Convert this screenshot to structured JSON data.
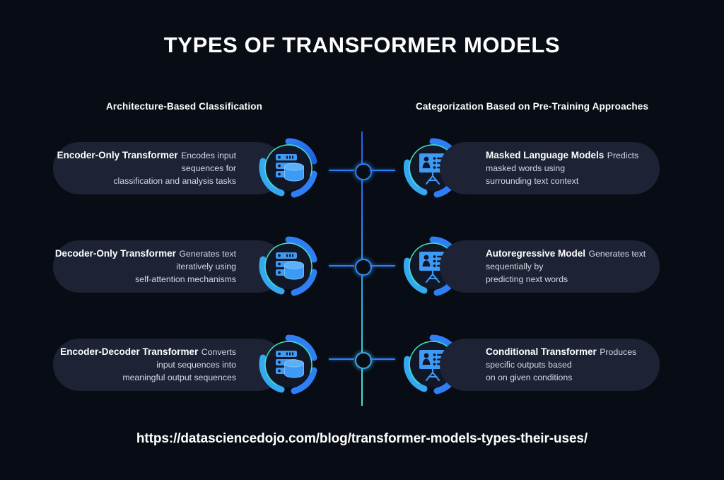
{
  "page": {
    "title": "TYPES OF TRANSFORMER MODELS",
    "background_color": "#080c14",
    "footer_url": "https://datasciencedojo.com/blog/transformer-models-types-their-uses/"
  },
  "columns": {
    "left_header": "Architecture-Based Classification",
    "right_header": "Categorization Based on Pre-Training Approaches"
  },
  "colors": {
    "card_background": "#1d2334",
    "accent_blue": "#2f7ef5",
    "accent_cyan": "#4fe3d2",
    "icon_fill": "#3d9bf5",
    "title_text": "#ffffff",
    "body_text": "#d4d9e4"
  },
  "rows": [
    {
      "left": {
        "title": "Encoder-Only Transformer",
        "description": "Encodes input sequences for\nclassification and analysis tasks",
        "icon": "server-database-icon"
      },
      "right": {
        "title": "Masked Language Models",
        "description": "Predicts masked words using\nsurrounding text context",
        "icon": "presentation-board-icon"
      },
      "connector": "node-connector"
    },
    {
      "left": {
        "title": "Decoder-Only Transformer",
        "description": "Generates text iteratively using\nself-attention mechanisms",
        "icon": "server-database-icon"
      },
      "right": {
        "title": "Autoregressive Model",
        "description": "Generates text sequentially by\npredicting next words",
        "icon": "presentation-board-icon"
      },
      "connector": "node-connector"
    },
    {
      "left": {
        "title": "Encoder-Decoder Transformer",
        "description": "Converts input sequences into\nmeaningful output sequences",
        "icon": "server-database-icon"
      },
      "right": {
        "title": "Conditional Transformer",
        "description": "Produces specific outputs based\non on given conditions",
        "icon": "presentation-board-icon"
      },
      "connector": "node-connector"
    }
  ]
}
